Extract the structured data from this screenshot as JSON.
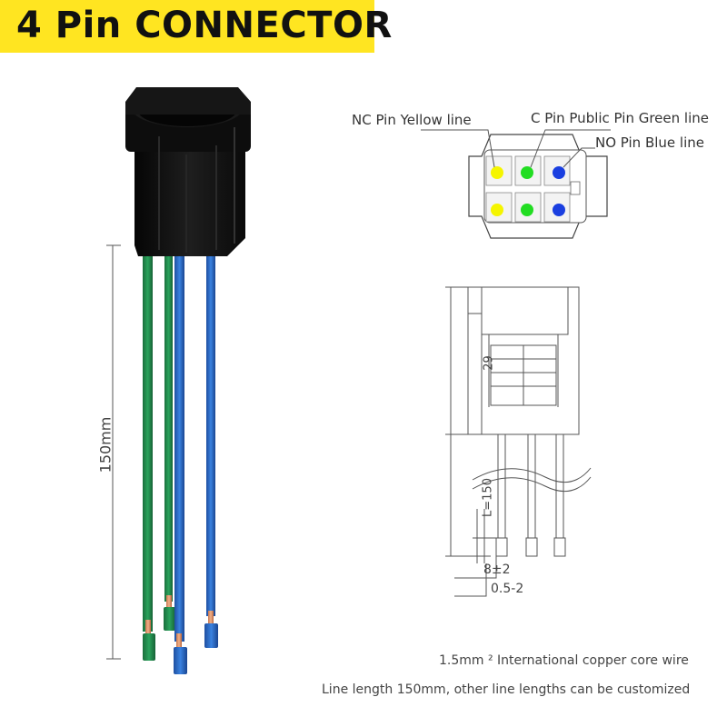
{
  "title": "4 Pin CONNECTOR",
  "pin_labels": {
    "nc": "NC Pin Yellow line",
    "c": "C Pin Public Pin Green line",
    "no": "NO Pin Blue line"
  },
  "dimensions": {
    "length_left": "150mm",
    "height_29": "29",
    "wire_length": "L=150",
    "strip_length": "8±2",
    "tin_length": "0.5-2"
  },
  "notes": {
    "wire_spec": "1.5mm ² International copper core wire",
    "line_length": "Line length 150mm, other line lengths can be customized"
  },
  "colors": {
    "banner": "#ffe521",
    "nc_pin": "#f5f500",
    "c_pin": "#22dd22",
    "no_pin": "#1a3fe0",
    "green_wire": "#1f8a4a",
    "blue_wire": "#2a6ed0",
    "connector": "#141414"
  }
}
